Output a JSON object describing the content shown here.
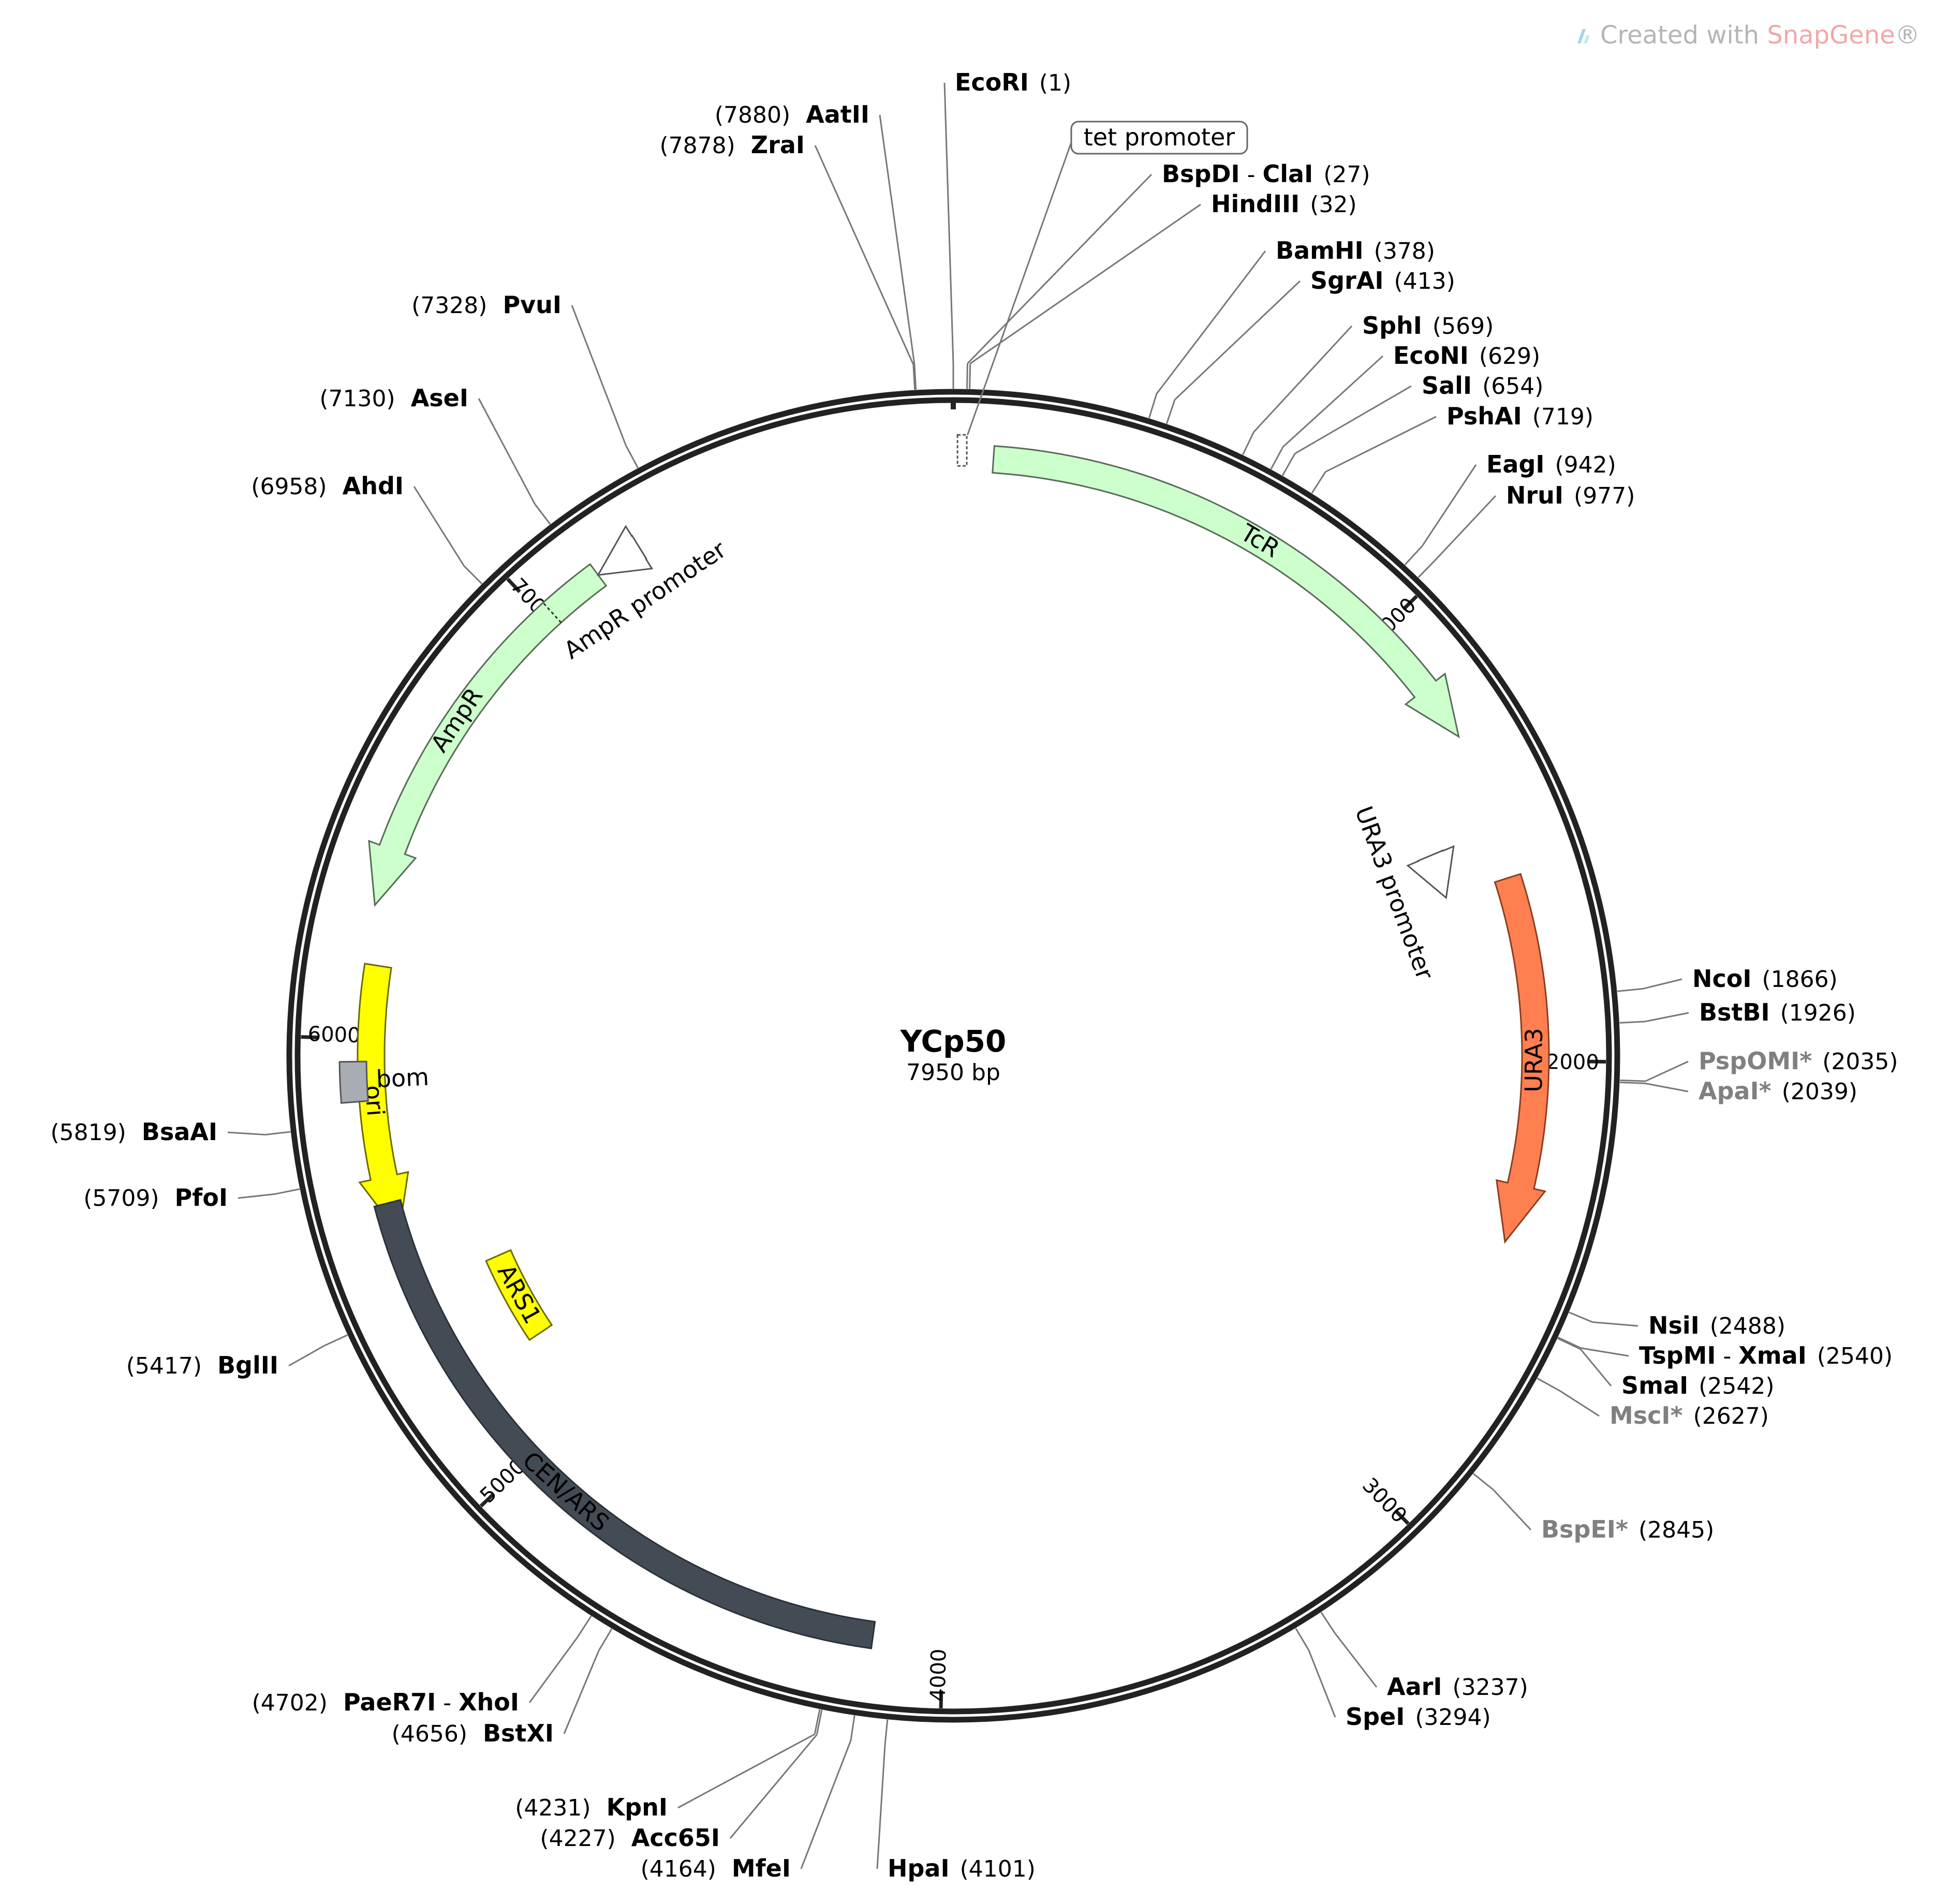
{
  "watermark": {
    "prefix": "Created with ",
    "brand": "SnapGene",
    "suffix": "®"
  },
  "plasmid": {
    "name": "YCp50",
    "length_label": "7950 bp",
    "length": 7950
  },
  "ticks": [
    {
      "pos": 1000,
      "label": "1000"
    },
    {
      "pos": 2000,
      "label": "2000"
    },
    {
      "pos": 3000,
      "label": "3000"
    },
    {
      "pos": 4000,
      "label": "4000"
    },
    {
      "pos": 5000,
      "label": "5000"
    },
    {
      "pos": 6000,
      "label": "6000"
    },
    {
      "pos": 7000,
      "label": "7000"
    }
  ],
  "features": [
    {
      "name": "TcR",
      "start": 86,
      "end": 1276,
      "dir": 1,
      "color": "#ccffcc",
      "stroke": "#5a6b5a",
      "show_label": "inside"
    },
    {
      "name": "AmpR",
      "start": 6286,
      "end": 7146,
      "dir": -1,
      "color": "#ccffcc",
      "stroke": "#5a6b5a",
      "show_label": "inside"
    },
    {
      "name": "AmpR promoter",
      "start": 7146,
      "end": 7251,
      "dir": -1,
      "color": "#ffffff",
      "stroke": "#555555",
      "show_label": "outside"
    },
    {
      "name": "URA3 promoter",
      "start": 1486,
      "end": 1596,
      "dir": 1,
      "color": "#ffffff",
      "stroke": "#555555",
      "show_label": "outside"
    },
    {
      "name": "URA3",
      "start": 1596,
      "end": 2400,
      "dir": 1,
      "color": "#ff7f50",
      "stroke": "#8a3d20",
      "show_label": "inside"
    },
    {
      "name": "ori",
      "start": 5571,
      "end": 6160,
      "dir": -1,
      "color": "#ffff00",
      "stroke": "#6a6a00",
      "show_label": "inside"
    },
    {
      "name": "bom",
      "start": 5866,
      "end": 5951,
      "dir": 0,
      "color": "#a8acb3",
      "stroke": "#555555",
      "show_label": "outside"
    },
    {
      "name": "ARS1",
      "start": 5216,
      "end": 5440,
      "dir": 0,
      "color": "#ffff00",
      "stroke": "#6a6a00",
      "show_label": "inside"
    },
    {
      "name": "CEN/ARS",
      "start": 4150,
      "end": 5641,
      "dir": 0,
      "color": "#434b55",
      "stroke": "#2b3138",
      "show_label": "inside",
      "label_color": "#ffffff"
    },
    {
      "name": "tet promoter",
      "start": 10,
      "end": 30,
      "dir": 0,
      "color": "#ffffff",
      "stroke": "#555555",
      "show_label": "boxed"
    }
  ],
  "sites": [
    {
      "name": "EcoRI",
      "pos_label": "(1)",
      "pos": 1,
      "side": "right"
    },
    {
      "name": "BspDI",
      "sep": " - ",
      "name2": "ClaI",
      "pos_label": "(27)",
      "pos": 27,
      "side": "right"
    },
    {
      "name": "HindIII",
      "pos_label": "(32)",
      "pos": 32,
      "side": "right"
    },
    {
      "name": "BamHI",
      "pos_label": "(378)",
      "pos": 378,
      "side": "right"
    },
    {
      "name": "SgrAI",
      "pos_label": "(413)",
      "pos": 413,
      "side": "right"
    },
    {
      "name": "SphI",
      "pos_label": "(569)",
      "pos": 569,
      "side": "right"
    },
    {
      "name": "EcoNI",
      "pos_label": "(629)",
      "pos": 629,
      "side": "right"
    },
    {
      "name": "SalI",
      "pos_label": "(654)",
      "pos": 654,
      "side": "right"
    },
    {
      "name": "PshAI",
      "pos_label": "(719)",
      "pos": 719,
      "side": "right"
    },
    {
      "name": "EagI",
      "pos_label": "(942)",
      "pos": 942,
      "side": "right"
    },
    {
      "name": "NruI",
      "pos_label": "(977)",
      "pos": 977,
      "side": "right"
    },
    {
      "name": "NcoI",
      "pos_label": "(1866)",
      "pos": 1866,
      "side": "right"
    },
    {
      "name": "BstBI",
      "pos_label": "(1926)",
      "pos": 1926,
      "side": "right"
    },
    {
      "name": "PspOMI*",
      "pos_label": "(2035)",
      "pos": 2035,
      "side": "right",
      "muted": true
    },
    {
      "name": "ApaI*",
      "pos_label": "(2039)",
      "pos": 2039,
      "side": "right",
      "muted": true
    },
    {
      "name": "NsiI",
      "pos_label": "(2488)",
      "pos": 2488,
      "side": "right"
    },
    {
      "name": "TspMI",
      "sep": " - ",
      "name2": "XmaI",
      "pos_label": "(2540)",
      "pos": 2540,
      "side": "right"
    },
    {
      "name": "SmaI",
      "pos_label": "(2542)",
      "pos": 2542,
      "side": "right"
    },
    {
      "name": "MscI*",
      "pos_label": "(2627)",
      "pos": 2627,
      "side": "right",
      "muted": true
    },
    {
      "name": "BspEI*",
      "pos_label": "(2845)",
      "pos": 2845,
      "side": "right",
      "muted": true
    },
    {
      "name": "AarI",
      "pos_label": "(3237)",
      "pos": 3237,
      "side": "right"
    },
    {
      "name": "SpeI",
      "pos_label": "(3294)",
      "pos": 3294,
      "side": "right"
    },
    {
      "name": "HpaI",
      "pos_label": "(4101)",
      "pos": 4101,
      "side": "right"
    },
    {
      "name": "MfeI",
      "pos_label": "(4164)",
      "pos": 4164,
      "side": "left"
    },
    {
      "name": "Acc65I",
      "pos_label": "(4227)",
      "pos": 4227,
      "side": "left"
    },
    {
      "name": "KpnI",
      "pos_label": "(4231)",
      "pos": 4231,
      "side": "left"
    },
    {
      "name": "BstXI",
      "pos_label": "(4656)",
      "pos": 4656,
      "side": "left"
    },
    {
      "name": "PaeR7I",
      "sep": " - ",
      "name2": "XhoI",
      "pos_label": "(4702)",
      "pos": 4702,
      "side": "left"
    },
    {
      "name": "BglII",
      "pos_label": "(5417)",
      "pos": 5417,
      "side": "left"
    },
    {
      "name": "PfoI",
      "pos_label": "(5709)",
      "pos": 5709,
      "side": "left"
    },
    {
      "name": "BsaAI",
      "pos_label": "(5819)",
      "pos": 5819,
      "side": "left"
    },
    {
      "name": "AhdI",
      "pos_label": "(6958)",
      "pos": 6958,
      "side": "left"
    },
    {
      "name": "AseI",
      "pos_label": "(7130)",
      "pos": 7130,
      "side": "left"
    },
    {
      "name": "PvuI",
      "pos_label": "(7328)",
      "pos": 7328,
      "side": "left"
    },
    {
      "name": "ZraI",
      "pos_label": "(7878)",
      "pos": 7878,
      "side": "left"
    },
    {
      "name": "AatII",
      "pos_label": "(7880)",
      "pos": 7880,
      "side": "left"
    }
  ]
}
